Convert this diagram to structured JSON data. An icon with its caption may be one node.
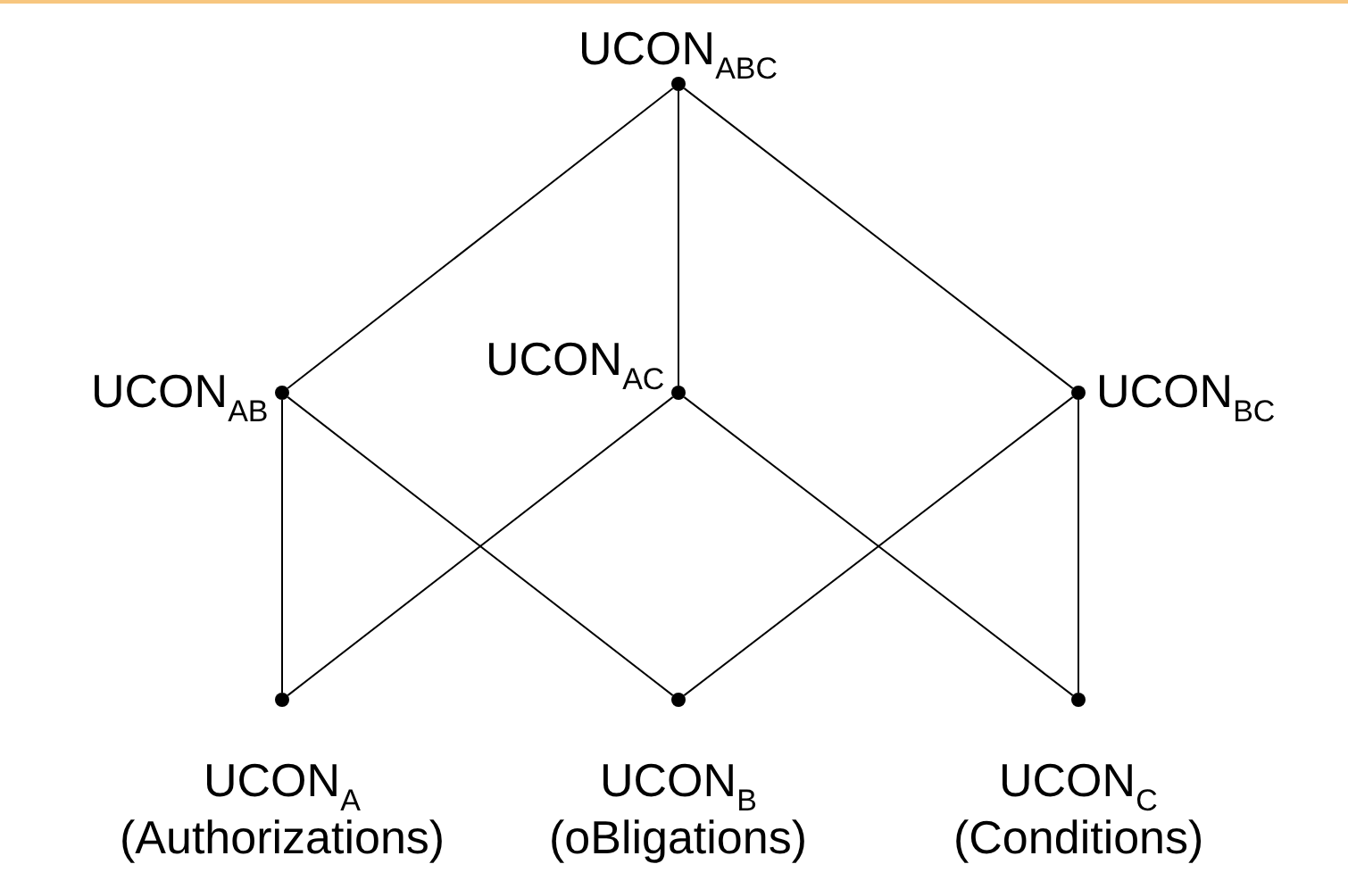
{
  "diagram": {
    "nodes": [
      {
        "text": [],
        "shape": "circle",
        "beside": [
          "UCON$_{ABC}$"
        ]
      },
      {
        "text": [],
        "shape": "circle",
        "beside": [
          "UCON$_{AB}$"
        ]
      },
      {
        "text": [],
        "shape": "circle",
        "beside": [
          "UCON$_{AC}$"
        ]
      },
      {
        "text": [],
        "shape": "circle",
        "beside": [
          "UCON$_{BC}$"
        ]
      },
      {
        "text": [],
        "shape": "circle",
        "beside": [
          "UCON$_{A}$",
          "(Authorizations)"
        ]
      },
      {
        "text": [],
        "shape": "circle",
        "beside": [
          "UCON$_{B}$",
          "(oBligations)"
        ]
      },
      {
        "text": [],
        "shape": "circle",
        "beside": [
          "UCON$_{C}$",
          "(Conditions)"
        ]
      }
    ],
    "edges": [
      {
        "from": 0,
        "to": 1,
        "arrow": "none"
      },
      {
        "from": 0,
        "to": 2,
        "arrow": "none"
      },
      {
        "from": 0,
        "to": 3,
        "arrow": "none"
      },
      {
        "from": 1,
        "to": 4,
        "arrow": "none"
      },
      {
        "from": 1,
        "to": 5,
        "arrow": "none"
      },
      {
        "from": 2,
        "to": 4,
        "arrow": "none"
      },
      {
        "from": 2,
        "to": 6,
        "arrow": "none"
      },
      {
        "from": 3,
        "to": 5,
        "arrow": "none"
      },
      {
        "from": 3,
        "to": 6,
        "arrow": "none"
      }
    ]
  }
}
